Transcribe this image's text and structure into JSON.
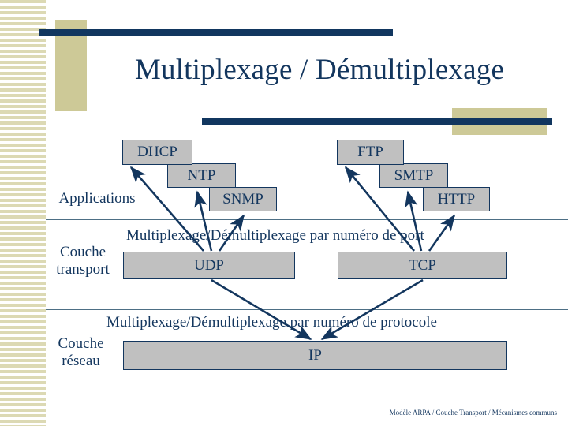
{
  "slide": {
    "title": "Multiplexage / Démultiplexage",
    "footer": "Modèle ARPA / Couche Transport / Mécanismes communs",
    "colors": {
      "navy": "#13365e",
      "bar_navy": "#11365f",
      "khaki": "#cdc997",
      "stripe_khaki": "#d9d6ad",
      "box_gray": "#c0c0c0",
      "separator": "#4d6f85",
      "background": "#ffffff"
    }
  },
  "layers": {
    "application": {
      "label": "Applications",
      "boxes": [
        {
          "name": "dhcp",
          "label": "DHCP"
        },
        {
          "name": "ntp",
          "label": "NTP"
        },
        {
          "name": "snmp",
          "label": "SNMP"
        },
        {
          "name": "ftp",
          "label": "FTP"
        },
        {
          "name": "smtp",
          "label": "SMTP"
        },
        {
          "name": "http",
          "label": "HTTP"
        }
      ]
    },
    "transport": {
      "label_line1": "Couche",
      "label_line2": "transport",
      "caption": "Multiplexage/Démultiplexage par numéro de port",
      "boxes": [
        {
          "name": "udp",
          "label": "UDP"
        },
        {
          "name": "tcp",
          "label": "TCP"
        }
      ]
    },
    "network": {
      "label_line1": "Couche",
      "label_line2": "réseau",
      "caption": "Multiplexage/Démultiplexage par numéro de protocole",
      "boxes": [
        {
          "name": "ip",
          "label": "IP"
        }
      ]
    }
  }
}
